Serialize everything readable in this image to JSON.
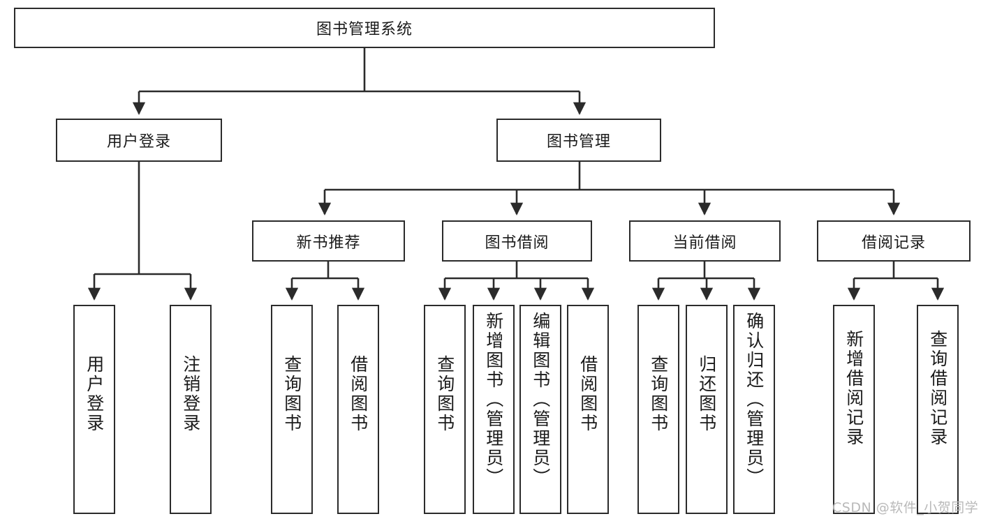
{
  "diagram": {
    "type": "tree",
    "title": "图书管理系统",
    "watermark": "CSDN @软件_小贺同学",
    "colors": {
      "box_border": "#2b2b2b",
      "box_fill": "#ffffff",
      "edge": "#2b2b2b",
      "text": "#1a1a1a",
      "watermark": "#b9b9b9"
    },
    "root": {
      "label": "图书管理系统"
    },
    "level2": [
      {
        "label": "用户登录"
      },
      {
        "label": "图书管理"
      }
    ],
    "level3": [
      {
        "label": "新书推荐"
      },
      {
        "label": "图书借阅"
      },
      {
        "label": "当前借阅"
      },
      {
        "label": "借阅记录"
      }
    ],
    "leaves": {
      "user_login": [
        {
          "label": "用户登录"
        },
        {
          "label": "注销登录"
        }
      ],
      "new_book_recommend": [
        {
          "label": "查询图书"
        },
        {
          "label": "借阅图书"
        }
      ],
      "book_borrow": [
        {
          "label": "查询图书"
        },
        {
          "label": "新增图书（管理员）"
        },
        {
          "label": "编辑图书（管理员）"
        },
        {
          "label": "借阅图书"
        }
      ],
      "current_borrow": [
        {
          "label": "查询图书"
        },
        {
          "label": "归还图书"
        },
        {
          "label": "确认归还（管理员）"
        }
      ],
      "borrow_record": [
        {
          "label": "新增借阅记录"
        },
        {
          "label": "查询借阅记录"
        }
      ]
    }
  }
}
